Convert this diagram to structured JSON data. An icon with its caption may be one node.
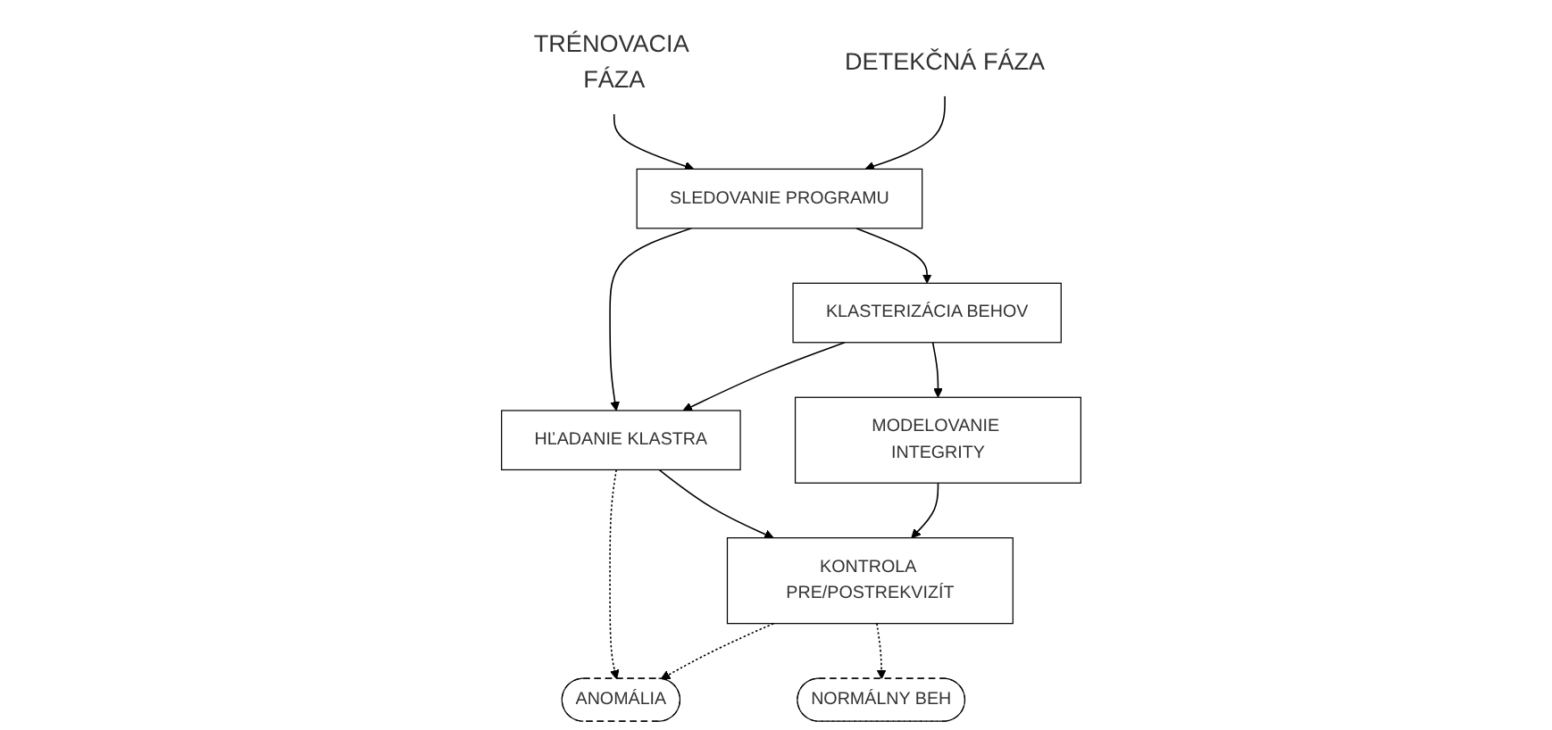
{
  "diagram": {
    "nodes": [
      {
        "text": [
          "TRÉNOVACIA FÁZA"
        ]
      },
      {
        "text": [
          "DETEKČNÁ FÁZA"
        ]
      },
      {
        "text": [
          "SLEDOVANIE PROGRAMU"
        ]
      },
      {
        "text": [
          "KLASTERIZÁCIA BEHOV"
        ]
      },
      {
        "text": [
          "HĽADANIE KLASTRA"
        ]
      },
      {
        "text": [
          "MODELOVANIE INTEGRITY"
        ]
      },
      {
        "text": [
          "KONTROLA PRE/POSTREKVIZÍT"
        ]
      },
      {
        "text": [
          "ANOMÁLIA"
        ]
      },
      {
        "text": [
          "NORMÁLNY BEH"
        ]
      }
    ],
    "edges": [
      {
        "from": 0,
        "to": 2,
        "arrow": "to"
      },
      {
        "from": 1,
        "to": 2,
        "arrow": "to"
      },
      {
        "from": 2,
        "to": 3,
        "arrow": "to"
      },
      {
        "from": 2,
        "to": 4,
        "arrow": "to"
      },
      {
        "from": 3,
        "to": 4,
        "arrow": "to"
      },
      {
        "from": 3,
        "to": 5,
        "arrow": "to"
      },
      {
        "from": 4,
        "to": 6,
        "arrow": "to"
      },
      {
        "from": 5,
        "to": 6,
        "arrow": "to"
      },
      {
        "from": 4,
        "to": 7,
        "arrow": "to",
        "style": "dashed"
      },
      {
        "from": 6,
        "to": 7,
        "arrow": "to",
        "style": "dashed"
      },
      {
        "from": 6,
        "to": 8,
        "arrow": "to",
        "style": "dashed"
      }
    ]
  }
}
